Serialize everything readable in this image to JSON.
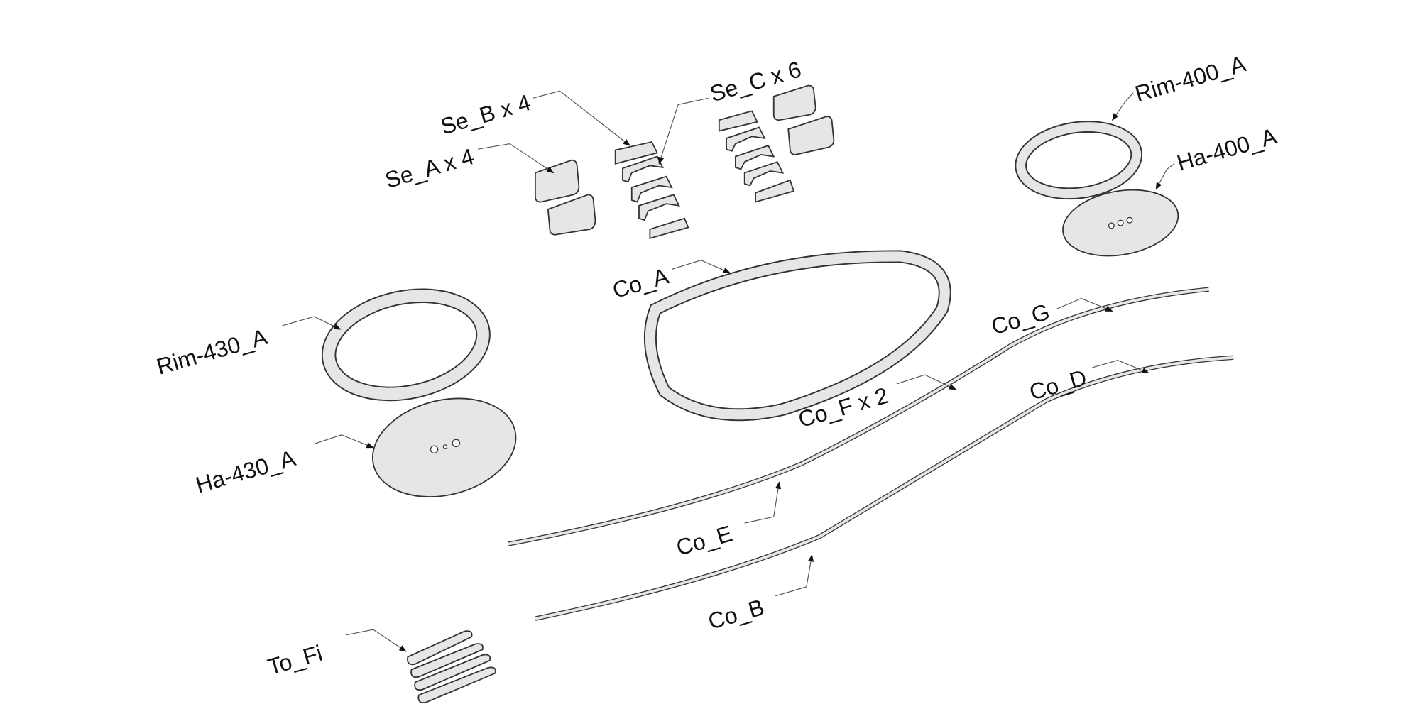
{
  "diagram": {
    "labels": {
      "se_a": "Se_A x 4",
      "se_b": "Se_B x 4",
      "se_c": "Se_C x 6",
      "rim_400": "Rim-400_A",
      "ha_400": "Ha-400_A",
      "co_a": "Co_A",
      "rim_430": "Rim-430_A",
      "ha_430": "Ha-430_A",
      "co_g": "Co_G",
      "co_f": "Co_F x 2",
      "co_d": "Co_D",
      "co_e": "Co_E",
      "co_b": "Co_B",
      "to_fi": "To_Fi"
    },
    "colors": {
      "part_fill": "#e6e6e6",
      "outline": "#333333",
      "text": "#111111"
    }
  }
}
